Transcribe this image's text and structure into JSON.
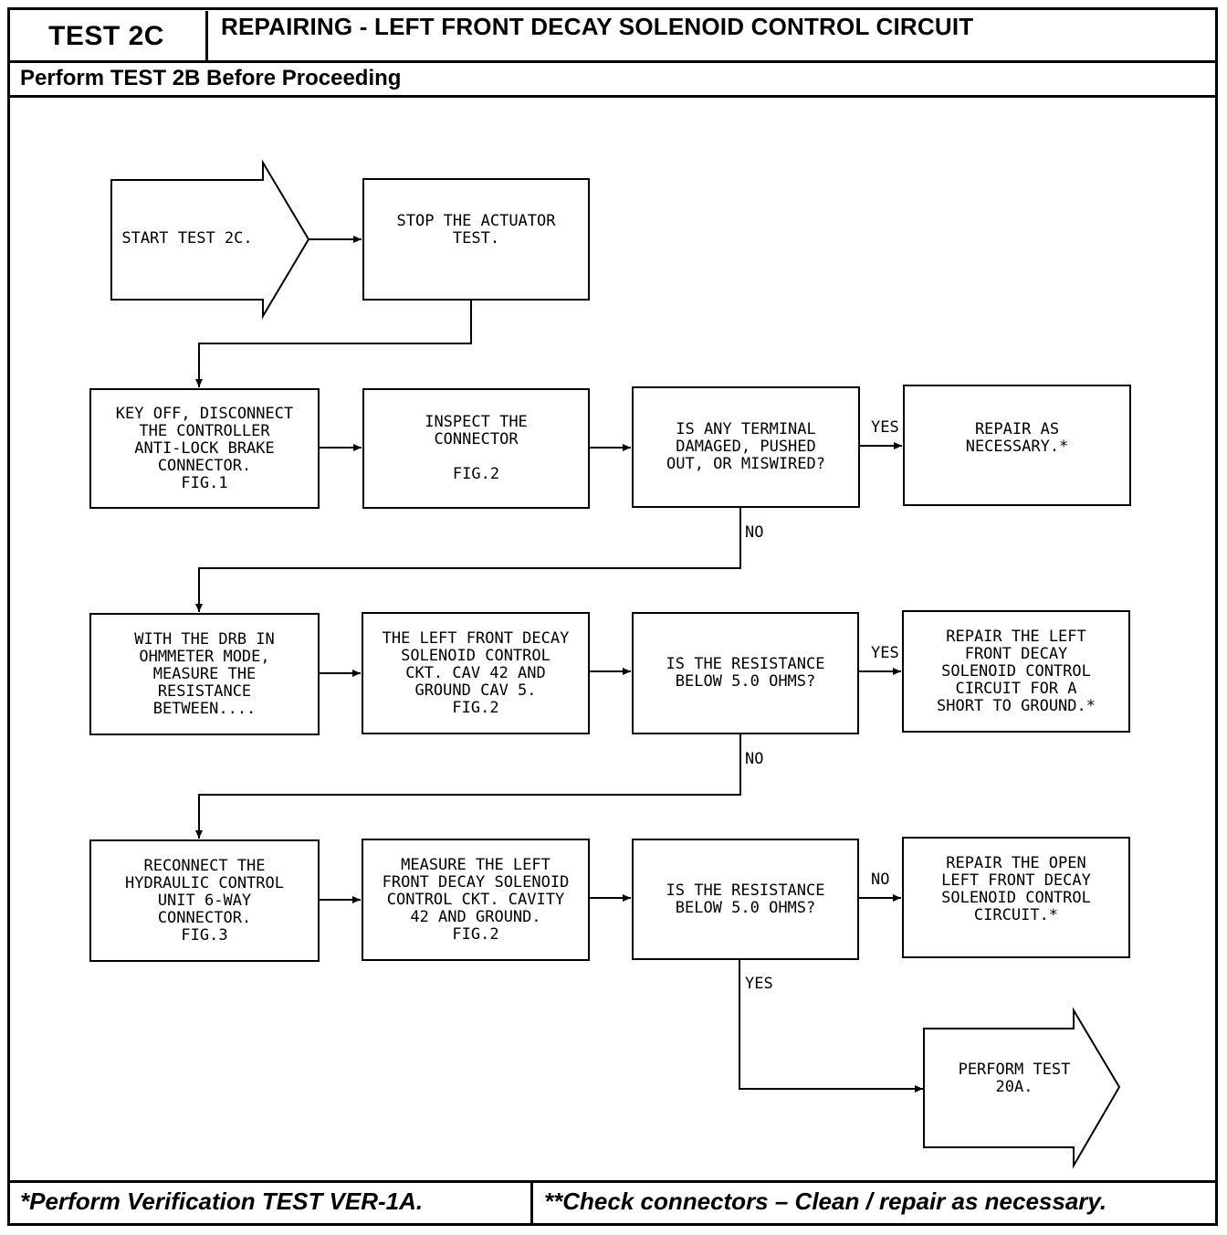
{
  "header": {
    "test_label": "TEST 2C",
    "title": "REPAIRING - LEFT FRONT DECAY SOLENOID CONTROL CIRCUIT",
    "subtitle": "Perform TEST 2B Before Proceeding"
  },
  "flow": {
    "start": "START TEST 2C.",
    "stop_actuator": "STOP THE ACTUATOR\nTEST.",
    "key_off": "KEY OFF, DISCONNECT\nTHE CONTROLLER\nANTI-LOCK BRAKE\nCONNECTOR.\nFIG.1",
    "inspect": "INSPECT THE\nCONNECTOR\n\nFIG.2",
    "terminal_question": "IS ANY TERMINAL\nDAMAGED, PUSHED\nOUT, OR MISWIRED?",
    "repair_necessary": "REPAIR AS\nNECESSARY.*",
    "with_drb": "WITH THE DRB IN\nOHMMETER MODE,\nMEASURE THE\nRESISTANCE\nBETWEEN....",
    "left_front_ckt": "THE LEFT FRONT DECAY\nSOLENOID CONTROL\nCKT. CAV 42 AND\nGROUND CAV 5.\nFIG.2",
    "resistance_q1": "IS THE RESISTANCE\nBELOW 5.0 OHMS?",
    "repair_short": "REPAIR THE LEFT\nFRONT DECAY\nSOLENOID CONTROL\nCIRCUIT FOR A\nSHORT TO GROUND.*",
    "reconnect": "RECONNECT THE\nHYDRAULIC CONTROL\nUNIT 6-WAY\nCONNECTOR.\nFIG.3",
    "measure_left": "MEASURE THE LEFT\nFRONT DECAY SOLENOID\nCONTROL CKT. CAVITY\n42 AND GROUND.\nFIG.2",
    "resistance_q2": "IS THE RESISTANCE\nBELOW 5.0 OHMS?",
    "repair_open": "REPAIR THE OPEN\nLEFT FRONT DECAY\nSOLENOID CONTROL\nCIRCUIT.*",
    "perform_20a": "PERFORM TEST\n20A.",
    "labels": {
      "yes1": "YES",
      "no1": "NO",
      "yes2": "YES",
      "no2": "NO",
      "no3": "NO",
      "yes3": "YES"
    }
  },
  "footer": {
    "left": "*Perform Verification TEST VER-1A.",
    "right": "**Check connectors – Clean / repair as necessary."
  }
}
